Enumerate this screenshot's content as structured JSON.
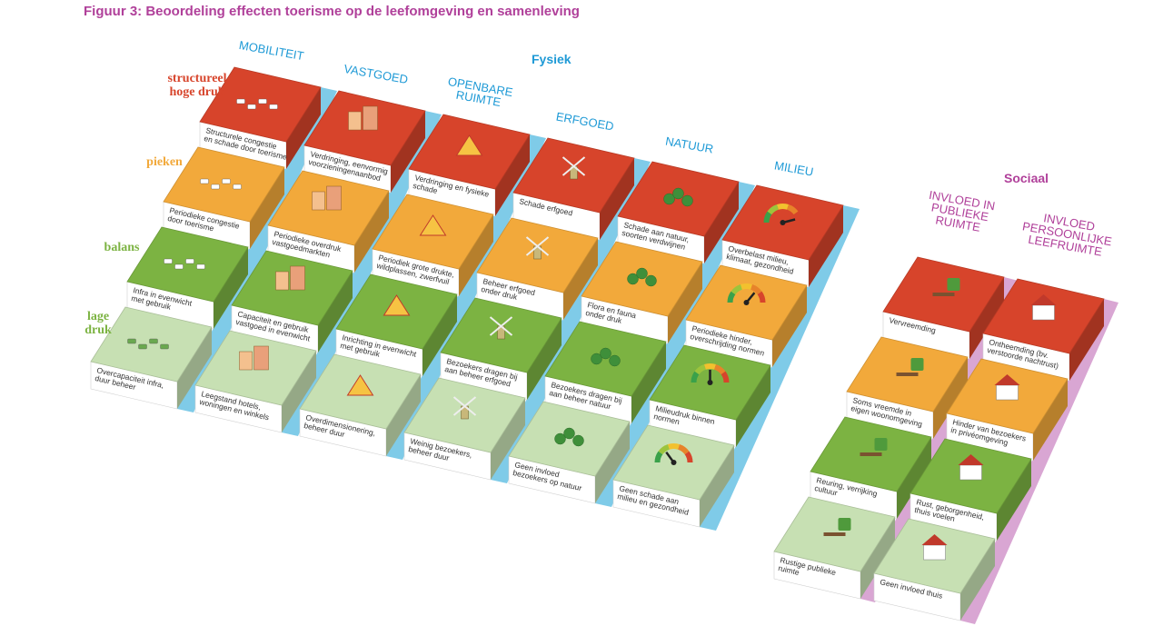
{
  "figure_title": "Figuur 3: Beoordeling effecten toerisme op de leefomgeving en samenleving",
  "groups": {
    "physical": "Fysiek",
    "social": "Sociaal"
  },
  "colors": {
    "level_high": "#d7442b",
    "level_peak": "#f2a93b",
    "level_balance": "#7cb342",
    "level_low": "#c7e0b3",
    "water": "#7fcbe8",
    "social_side": "#d9a6d3",
    "title": "#b0409a",
    "physical_header": "#1f9ad6"
  },
  "levels": {
    "high": [
      "structureel",
      "hoge druk"
    ],
    "peak": [
      "pieken"
    ],
    "balance": [
      "balans"
    ],
    "low": [
      "lage",
      "druk"
    ]
  },
  "physical_categories": [
    {
      "id": "mobiliteit",
      "label": [
        "MOBILITEIT"
      ],
      "high": [
        "Structurele congestie",
        "en schade door toerisme"
      ],
      "peak": [
        "Periodieke congestie",
        "door toerisme"
      ],
      "balance": [
        "Infra in evenwicht",
        "met gebruik"
      ],
      "low": [
        "Overcapaciteit infra,",
        "duur beheer"
      ]
    },
    {
      "id": "vastgoed",
      "label": [
        "VASTGOED"
      ],
      "high": [
        "Verdringing, eenvormig",
        "voorzieningenaanbod"
      ],
      "peak": [
        "Periodieke overdruk",
        "vastgoedmarkten"
      ],
      "balance": [
        "Capaciteit en gebruik",
        "vastgoed in evenwicht"
      ],
      "low": [
        "Leegstand hotels,",
        "woningen en winkels"
      ]
    },
    {
      "id": "openbare-ruimte",
      "label": [
        "OPENBARE",
        "RUIMTE"
      ],
      "high": [
        "Verdringing en fysieke",
        "schade"
      ],
      "peak": [
        "Periodiek grote drukte,",
        "wildplassen, zwerfvuil"
      ],
      "balance": [
        "Inrichting in evenwicht",
        "met gebruik"
      ],
      "low": [
        "Overdimensionering,",
        "beheer duur"
      ]
    },
    {
      "id": "erfgoed",
      "label": [
        "ERFGOED"
      ],
      "high": [
        "Schade erfgoed"
      ],
      "peak": [
        "Beheer erfgoed",
        "onder druk"
      ],
      "balance": [
        "Bezoekers dragen bij",
        "aan beheer erfgoed"
      ],
      "low": [
        "Weinig bezoekers,",
        "beheer duur"
      ]
    },
    {
      "id": "natuur",
      "label": [
        "NATUUR"
      ],
      "high": [
        "Schade aan natuur,",
        "soorten verdwijnen"
      ],
      "peak": [
        "Flora en fauna",
        "onder druk"
      ],
      "balance": [
        "Bezoekers dragen bij",
        "aan beheer natuur"
      ],
      "low": [
        "Geen invloed",
        "bezoekers op natuur"
      ]
    },
    {
      "id": "milieu",
      "label": [
        "MILIEU"
      ],
      "high": [
        "Overbelast milieu,",
        "klimaat, gezondheid"
      ],
      "peak": [
        "Periodieke hinder,",
        "overschrijding normen"
      ],
      "balance": [
        "Milieudruk binnen",
        "normen"
      ],
      "low": [
        "Geen schade aan",
        "milieu en gezondheid"
      ]
    }
  ],
  "gauge_levels": {
    "high": 0.92,
    "peak": 0.72,
    "balance": 0.5,
    "low": 0.3
  },
  "social_categories": [
    {
      "id": "publieke-ruimte",
      "label": [
        "INVLOED IN",
        "PUBLIEKE",
        "RUIMTE"
      ],
      "high": [
        "Vervreemding"
      ],
      "peak": [
        "Soms vreemde in",
        "eigen woonomgeving"
      ],
      "balance": [
        "Reuring, verrijking",
        "cultuur"
      ],
      "low": [
        "Rustige publieke",
        "ruimte"
      ]
    },
    {
      "id": "persoonlijke-leefruimte",
      "label": [
        "INVLOED",
        "PERSOONLIJKE",
        "LEEFRUIMTE"
      ],
      "high": [
        "Ontheemding (bv.",
        "verstoorde nachtrust)"
      ],
      "peak": [
        "Hinder van bezoekers",
        "in privéomgeving"
      ],
      "balance": [
        "Rust, geborgenheid,",
        "thuis voelen"
      ],
      "low": [
        "Geen invloed thuis"
      ]
    }
  ],
  "icons": {
    "mobiliteit": "cars-icon",
    "vastgoed": "buildings-icon",
    "openbare-ruimte": "circus-tent-icon",
    "erfgoed": "windmill-icon",
    "natuur": "trees-icon",
    "milieu": "gauge-icon",
    "publieke-ruimte": "park-bench-icon",
    "persoonlijke-leefruimte": "house-icon"
  }
}
